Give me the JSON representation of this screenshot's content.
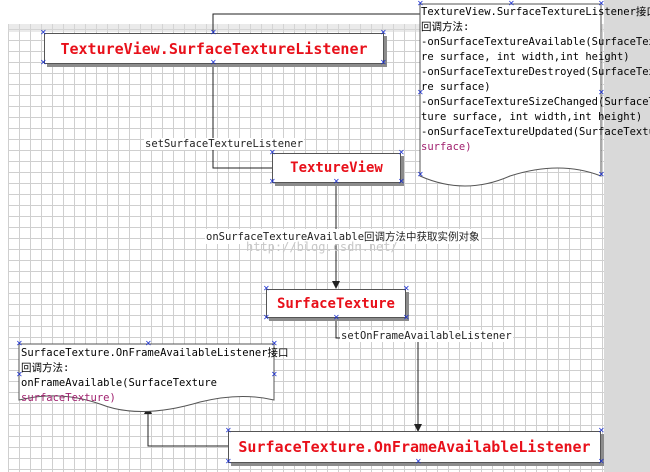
{
  "nodes": {
    "listener": "TextureView.SurfaceTextureListener",
    "texture_view": "TextureView",
    "surface_texture": "SurfaceTexture",
    "frame_listener": "SurfaceTexture.OnFrameAvailableListener"
  },
  "edge_labels": {
    "set_listener": "setSurfaceTextureListener",
    "available_callback": "onSurfaceTextureAvailable回调方法中获取实例对象",
    "set_frame_listener": "setOnFrameAvailableListener"
  },
  "watermark": "http://blog.csdn.net/",
  "note_listener": {
    "l1": "TextureView.SurfaceTextureListener接口",
    "l2": "回调方法:",
    "l3a": "-onSurfaceTextureAvailable(SurfaceTextu",
    "l4": "re surface, int width,int height)",
    "l5": "-onSurfaceTextureDestroyed(SurfaceTextu",
    "l6": "re surface)",
    "l7": "-onSurfaceTextureSizeChanged(SurfaceTex",
    "l8": "ture surface, int width,int height)",
    "l9": "-onSurfaceTextureUpdated(SurfaceTexture",
    "l10": "surface)"
  },
  "note_frame": {
    "l1": "SurfaceTexture.OnFrameAvailableListener接口",
    "l2": "回调方法:",
    "l3": "onFrameAvailable(SurfaceTexture",
    "l4": "surfaceTexture)"
  },
  "colors": {
    "node_text": "#e8101a",
    "line": "#222222",
    "handle": "#1a2fd0",
    "grid": "#cfcfcf"
  }
}
